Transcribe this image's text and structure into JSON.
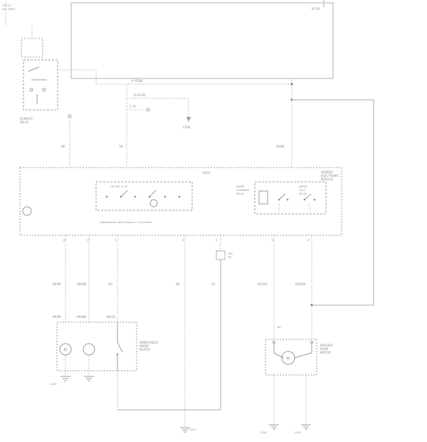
{
  "diagram": {
    "title": "wiring-diagram",
    "colors": {
      "line": "#9b9b9b",
      "line_light": "#bdbdbd",
      "text": "#8c8c8c"
    },
    "labels": {
      "top_left1": "HOT AT",
      "top_left2": "ALL TIMES",
      "fuse_id": "BF-02",
      "relay1": [
        "RUN/ACC",
        "RELAY"
      ],
      "wire_a": "A  YE/BK",
      "wire_b": "B  GY/OG",
      "wire_c": "C  GY",
      "conn": "C290",
      "left_v": "BK",
      "mid_v": "TN",
      "right_v": "PK/BK",
      "gem": [
        "GENERIC",
        "ELECTRONIC",
        "MODULE"
      ],
      "logic": "LOGIC",
      "sw_pos": "OFF   INT   LO   HI",
      "sw_note": "wiper/washer switch shown in off position",
      "relay2": [
        "WIPER",
        "RUN/PARK",
        "RELAY"
      ],
      "relay3": [
        "WIPER",
        "HI/LO",
        "RELAY"
      ],
      "pins": [
        "18",
        "17",
        "4",
        "6",
        "8",
        "11",
        "12"
      ],
      "wires1": [
        "BK/PK",
        "WH/BK",
        "DG",
        "BK",
        "LG",
        "DG/OG",
        "DG/WH"
      ],
      "wires2": [
        "BK/PK",
        "WH/BK",
        "BK/LB"
      ],
      "fuse2": [
        "15A",
        "CB"
      ],
      "motor_left": [
        "WINDSHIELD",
        "WIPER",
        "MOTOR"
      ],
      "motor_right": [
        "WASHER",
        "PUMP",
        "MOTOR"
      ],
      "m": "M",
      "bk": "BK",
      "grounds": [
        "G200",
        "G201",
        "G301",
        "G302"
      ]
    }
  }
}
